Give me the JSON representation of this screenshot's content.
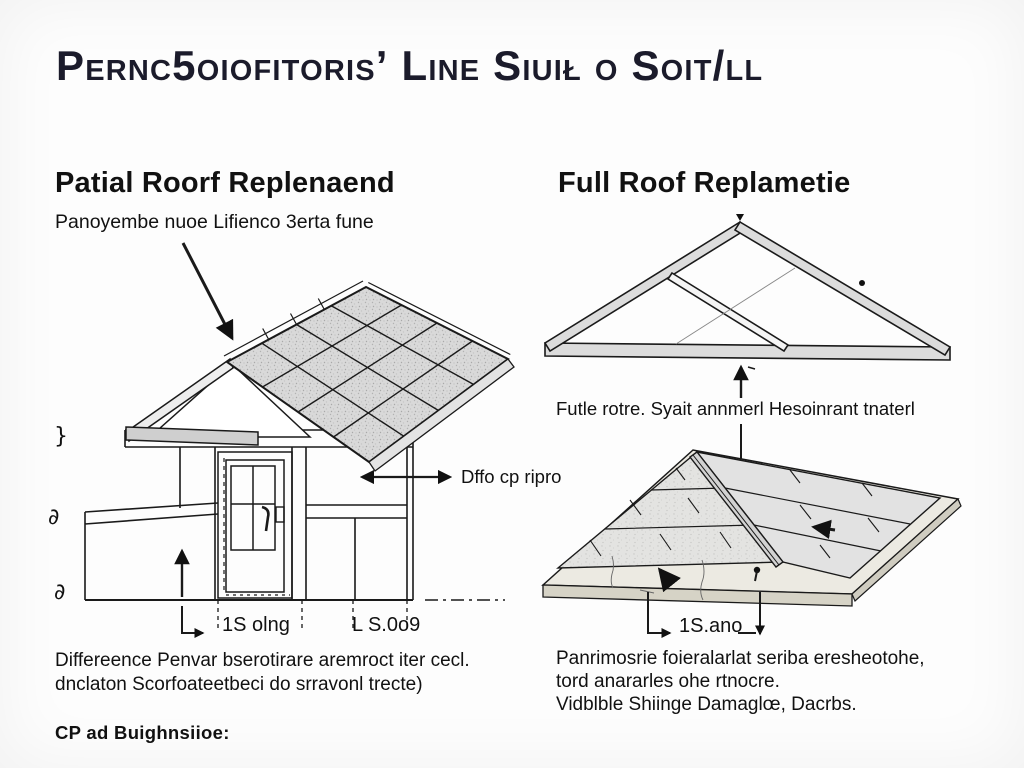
{
  "title": "Pernc5oiofitorisʼ Line Siuił o Soit/ll",
  "left_panel": {
    "heading": "Patial Roorf Replenaend",
    "subtitle": "Panoyembe nuoe Lifienco 3erta fune",
    "callout_label": "Dffo cp ripro",
    "ticks": [
      "}",
      "∂",
      "∂"
    ],
    "dim_label_1": "1S olng",
    "dim_label_2": "L S.0o9",
    "caption_line_1": "Differeence Penvar bserotirare aremroct iter cecl.",
    "caption_line_2": "dnclaton Scorfoateetbeci do srravonl trecte)"
  },
  "right_panel": {
    "heading": "Full Roof Replametie",
    "truss_label": "Futle rotre. Syait annmerl Hesoinrant tnaterl",
    "dim_label": "1S.ano",
    "caption_line_1": "Panrimosrie foieralarlat seriba eresheotohe,",
    "caption_line_2": "tord anararles ohe rtnocre.",
    "caption_line_3": "Vidblble Shiinge Damaglœ, Dacrbs."
  },
  "footer": "CP ad Buighnsiioe:",
  "colors": {
    "title_ink": "#1b1b2b",
    "text_ink": "#111111",
    "line_ink": "#1a1a1a",
    "shingle_fill": "#d9d9d9",
    "deck_fill": "#d6d3c6"
  }
}
